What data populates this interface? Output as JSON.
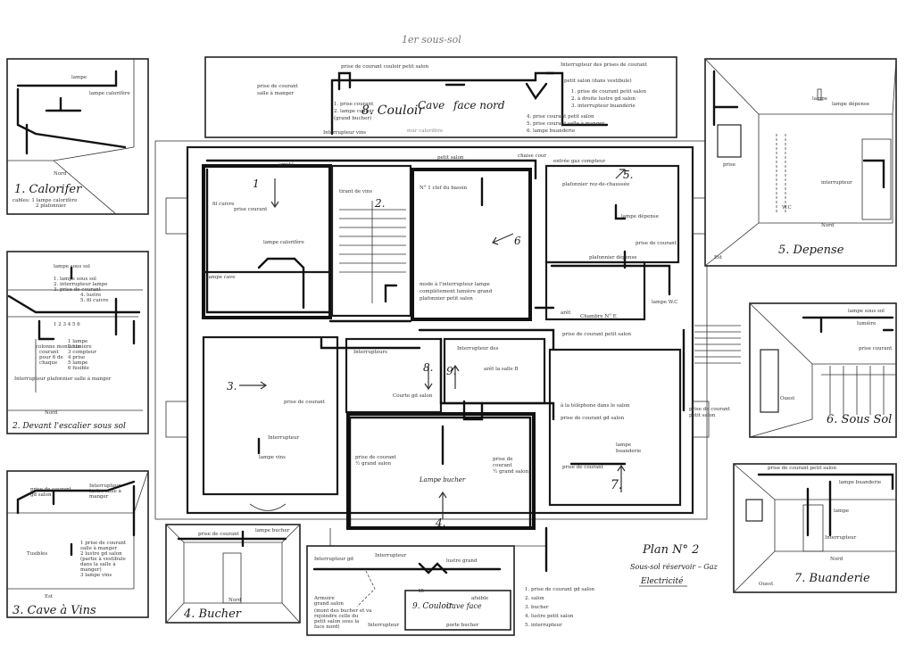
{
  "header": {
    "title": "1er sous-sol"
  },
  "plan_title": {
    "title": "Plan N° 2",
    "subtitle": "Sous-sol réservoir – Gaz",
    "subject": "Electricité"
  },
  "rooms": {
    "r1": "1",
    "r2": "2.",
    "r3": "3.",
    "r4": "4.",
    "r5": "5.",
    "r6": "6",
    "r7": "7.",
    "r8": "8.",
    "r9": "9.",
    "corridor_num": "45",
    "lampe_bucher": "Lampe bucher"
  },
  "panels": {
    "p1": {
      "label": "1. Calorifer",
      "compass": "Nord"
    },
    "p2": {
      "label": "2. Devant l'escalier sous sol",
      "compass": "Nord"
    },
    "p3": {
      "label": "3. Cave à Vins",
      "compass": "Est"
    },
    "p4": {
      "label": "4. Bucher",
      "compass": "Nord"
    },
    "p5": {
      "label": "5. Depense",
      "compass": "Est"
    },
    "p6": {
      "label": "6. Sous Sol",
      "compass": "Ouest"
    },
    "p7": {
      "label": "7. Buanderie",
      "compass": "Nord",
      "compass2": "Ouest"
    },
    "p8": {
      "label1": "8. Couloir",
      "label2": "Cave",
      "label3": "face nord"
    },
    "p9": {
      "label": "9. Couloir",
      "label2": "Cave face"
    }
  },
  "legend": {
    "items": [
      "1. prise de courant gd salon",
      "2. salon",
      "3. bucher",
      "4. lustre petit salon",
      "5. interrupteur"
    ]
  },
  "colors": {
    "ink": "#1a1a1a",
    "paper": "#ffffff"
  }
}
